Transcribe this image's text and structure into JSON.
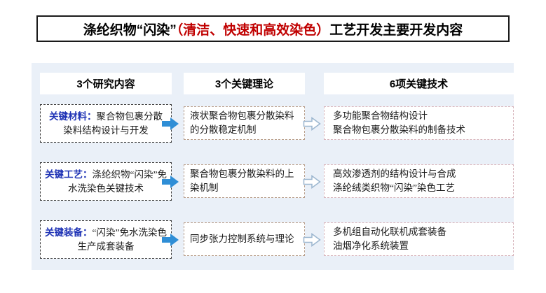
{
  "title": {
    "part1": "涤纶织物“闪染”",
    "highlight": "（清洁、快速和高效染色）",
    "part2": "工艺开发主要开发内容"
  },
  "colors": {
    "title_border": "#1a1a1a",
    "title_highlight": "#c00000",
    "panel_bg": "#eaf0f8",
    "label_blue": "#1f33b5",
    "arrow_solid": "#2f8ed6",
    "arrow_hollow_stroke": "#9bb6cf",
    "dash_col1": "#3d3d3d",
    "dash_col2": "#b9a08d",
    "dash_col3": "#d8b6bd"
  },
  "headers": [
    {
      "label": "3个研究内容"
    },
    {
      "label": "3个关键理论"
    },
    {
      "label": "6项关键技术"
    }
  ],
  "rows": [
    {
      "col1_label": "关键材料：",
      "col1_text": "聚合物包裹分散染料结构设计与开发",
      "col2_text": "液状聚合物包裹分散染料的分散稳定机制",
      "col3_line1": "多功能聚合物结构设计",
      "col3_line2": "聚合物包裹分散染料的制备技术"
    },
    {
      "col1_label": "关键工艺：",
      "col1_text": "涤纶织物“闪染”免水洗染色关键技术",
      "col2_text": "聚合物包裹分散染料的上染机制",
      "col3_line1": "高效渗透剂的结构设计与合成",
      "col3_line2": "涤纶绒类织物“闪染”染色工艺"
    },
    {
      "col1_label": "关键装备：",
      "col1_text": "“闪染”免水洗染色生产成套装备",
      "col2_text": "同步张力控制系统与理论",
      "col3_line1": "多机组自动化联机成套装备",
      "col3_line2": "油烟净化系统装置"
    }
  ],
  "icons": {
    "arrow_solid": "arrow-right-solid-icon",
    "arrow_hollow": "arrow-right-outline-icon"
  }
}
